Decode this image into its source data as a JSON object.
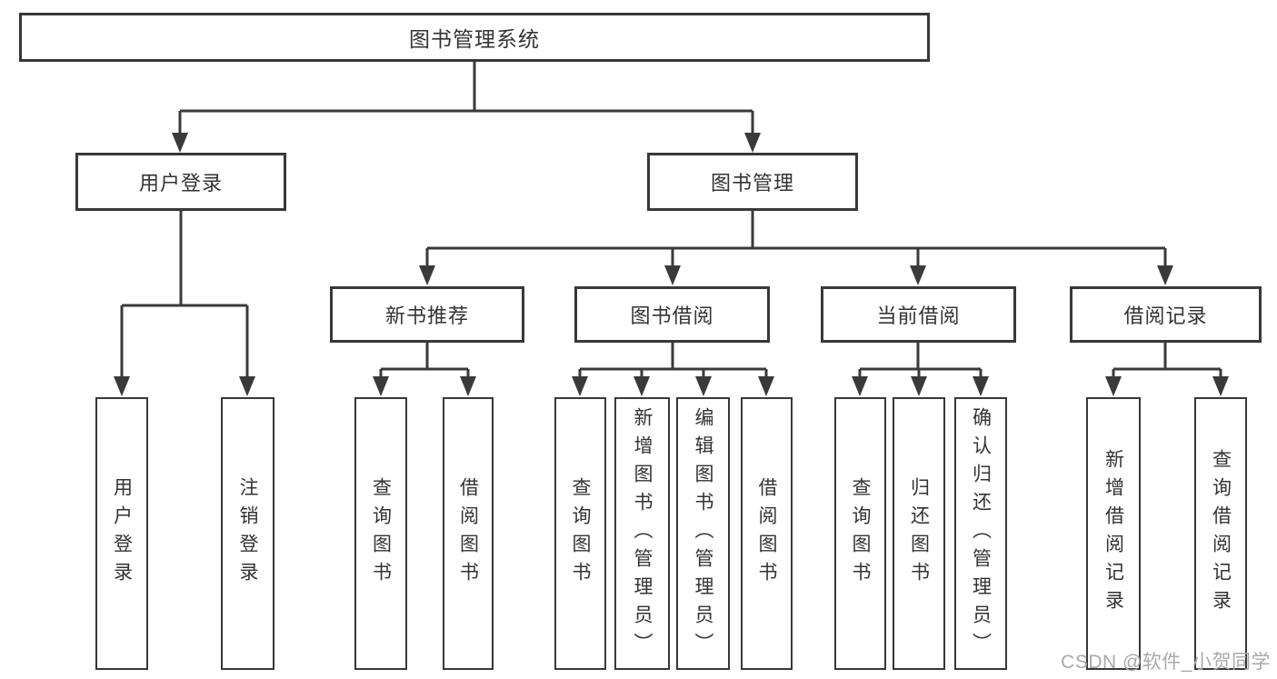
{
  "diagram": {
    "root": {
      "label": "图书管理系统"
    },
    "level1": {
      "user_login": {
        "label": "用户登录"
      },
      "book_management": {
        "label": "图书管理"
      }
    },
    "level2": {
      "new_book_recommend": {
        "label": "新书推荐"
      },
      "book_borrowing": {
        "label": "图书借阅"
      },
      "current_borrowing": {
        "label": "当前借阅"
      },
      "borrowing_records": {
        "label": "借阅记录"
      }
    },
    "leaves": {
      "user_login": [
        "用户登录",
        "注销登录"
      ],
      "new_book_recommend": [
        "查询图书",
        "借阅图书"
      ],
      "book_borrowing": [
        "查询图书",
        "新增图书（管理员）",
        "编辑图书（管理员）",
        "借阅图书"
      ],
      "current_borrowing": [
        "查询图书",
        "归还图书",
        "确认归还（管理员）"
      ],
      "borrowing_records": [
        "新增借阅记录",
        "查询借阅记录"
      ]
    }
  },
  "watermark": "CSDN @软件_小贺同学",
  "colors": {
    "line": "#3a3a3a",
    "text": "#333333",
    "background": "#ffffff",
    "watermark": "#a9a9a9"
  }
}
